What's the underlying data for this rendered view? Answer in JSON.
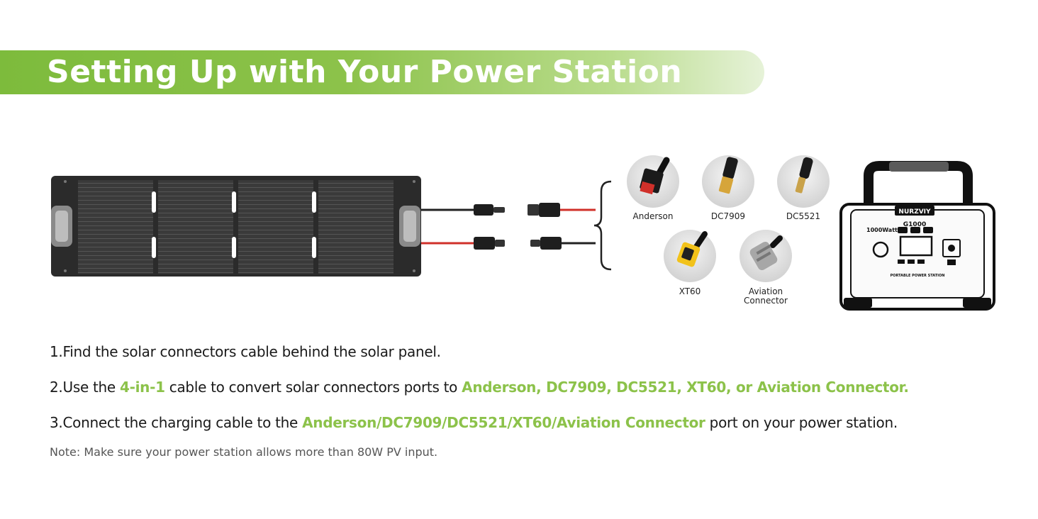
{
  "banner": {
    "title": "Setting Up with Your Power Station"
  },
  "ports": [
    {
      "label": "Anderson"
    },
    {
      "label": "DC7909"
    },
    {
      "label": "DC5521"
    },
    {
      "label": "XT60"
    },
    {
      "label": "Aviation\nConnector"
    }
  ],
  "station": {
    "brand": "NURZVIY",
    "model": "G1000",
    "watts": "1000Watts",
    "subtitle": "PORTABLE POWER STATION"
  },
  "steps": {
    "s1": {
      "text": "1.Find the solar connectors cable behind the solar panel."
    },
    "s2": {
      "a": "2.Use the ",
      "b": "4-in-1",
      "c": " cable to convert solar connectors ports to ",
      "d": "Anderson, DC7909, DC5521, XT60, or Aviation Connector."
    },
    "s3": {
      "a": "3.Connect the charging cable to the ",
      "b": "Anderson/DC7909/DC5521/XT60/Aviation Connector",
      "c": " port on your power station."
    }
  },
  "note": "Note: Make sure your power station allows more than 80W PV input.",
  "colors": {
    "accent": "#8cc24a",
    "cable_red": "#d0302a",
    "panel": "#2f2f2f"
  }
}
